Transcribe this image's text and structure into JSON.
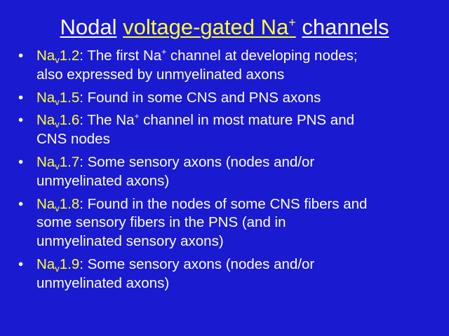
{
  "title": {
    "part1": "Nodal",
    "part2": "voltage-gated Na",
    "part2_sup": "+",
    "part3": "channels"
  },
  "bullet_char": "•",
  "bullets": [
    {
      "prefix": "Na",
      "sub": "v",
      "id": "1.2",
      "text_a": ": The first Na",
      "sup": "+",
      "text_b": " channel at developing nodes;\nalso  expressed by unmyelinated axons"
    },
    {
      "prefix": "Na",
      "sub": "v",
      "id": "1.5",
      "text_a": ": Found in some CNS and PNS axons"
    },
    {
      "prefix": "Na",
      "sub": "v",
      "id": "1.6",
      "text_a": ": The Na",
      "sup": "+",
      "text_b": " channel in most mature PNS and\nCNS nodes"
    },
    {
      "prefix": "Na",
      "sub": "v",
      "id": "1.7",
      "text_a": ": Some sensory axons (nodes and/or\nunmyelinated axons)"
    },
    {
      "prefix": "Na",
      "sub": "v",
      "id": "1.8",
      "text_a": ": Found in the nodes of some CNS fibers and\nsome sensory fibers in the PNS (and in\nunmyelinated sensory axons)"
    },
    {
      "prefix": "Na",
      "sub": "v",
      "id": "1.9",
      "text_a": ": Some sensory axons (nodes and/or\nunmyelinated axons)"
    }
  ],
  "colors": {
    "background": "#1a1ad0",
    "text": "#ffffff",
    "highlight": "#ffff33"
  }
}
